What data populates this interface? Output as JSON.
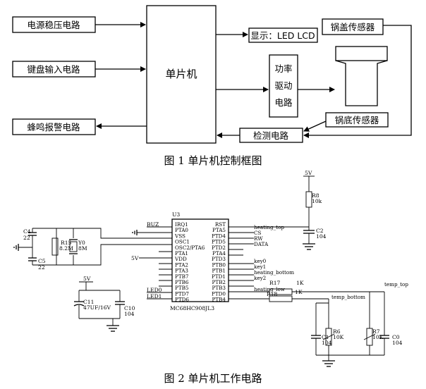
{
  "fig1": {
    "blocks": {
      "power": "电源稳压电路",
      "keyboard": "键盘输入电路",
      "buzzer": "蜂鸣报警电路",
      "mcu": "单片机",
      "display": "显示：LED LCD",
      "lid_sensor": "锅盖传感器",
      "driver_line1": "功率",
      "driver_line2": "驱动",
      "driver_line3": "电路",
      "bottom_sensor": "锅底传感器",
      "detect": "检测电路"
    },
    "caption": "图 1    单片机控制框图"
  },
  "fig2": {
    "chip": {
      "ref": "U3",
      "part": "MC68HC908JL3",
      "left_pins": [
        "IRQ1",
        "PTA0",
        "VSS",
        "OSC1",
        "OSC2/PTA6",
        "PTA1",
        "VDD",
        "PTA2",
        "PTA3",
        "PTB7",
        "PTB6",
        "PTB5",
        "PTD7",
        "PTD6"
      ],
      "right_pins": [
        "RST",
        "PTA5",
        "PTD4",
        "PTD5",
        "PTD2",
        "PTA4",
        "PTD3",
        "PTB0",
        "PTB1",
        "PTD1",
        "PTB2",
        "PTB3",
        "PTD0",
        "PTB4"
      ]
    },
    "nets": {
      "buz": "BUZ",
      "v5_left": "5V",
      "led0": "LED0",
      "led1": "LED1",
      "heating_top": "heating_top",
      "cs": "CS",
      "rw": "RW",
      "data": "DATA",
      "key0": "key0",
      "key1": "key1",
      "heating_bottom": "heating_bottom",
      "key2": "key2",
      "heating_low": "heating_low",
      "temp_top": "temp_top",
      "temp_bottom": "temp_bottom",
      "v5_top": "5V",
      "v5_cap": "5V"
    },
    "parts": {
      "r8": "R8",
      "r8_val": "10k",
      "c2": "C2",
      "c2_val": "104",
      "c4": "C4",
      "c4_val": "22",
      "c5": "C5",
      "c5_val": "22",
      "r15": "R15",
      "r15_val": "8.2M",
      "y0": "Y0",
      "y0_val": "8M",
      "c11": "C11",
      "c11_val": "47UF/16V",
      "c10": "C10",
      "c10_val": "104",
      "r17": "R17",
      "r17_val": "1K",
      "r18": "R18",
      "r18_val": "1K",
      "r6": "R6",
      "r6_val": "10K",
      "c1": "C1",
      "c1_val": "104",
      "r7": "R7",
      "r7_val": "10K",
      "c0": "C0",
      "c0_val": "104"
    },
    "caption": "图 2    单片机工作电路"
  }
}
